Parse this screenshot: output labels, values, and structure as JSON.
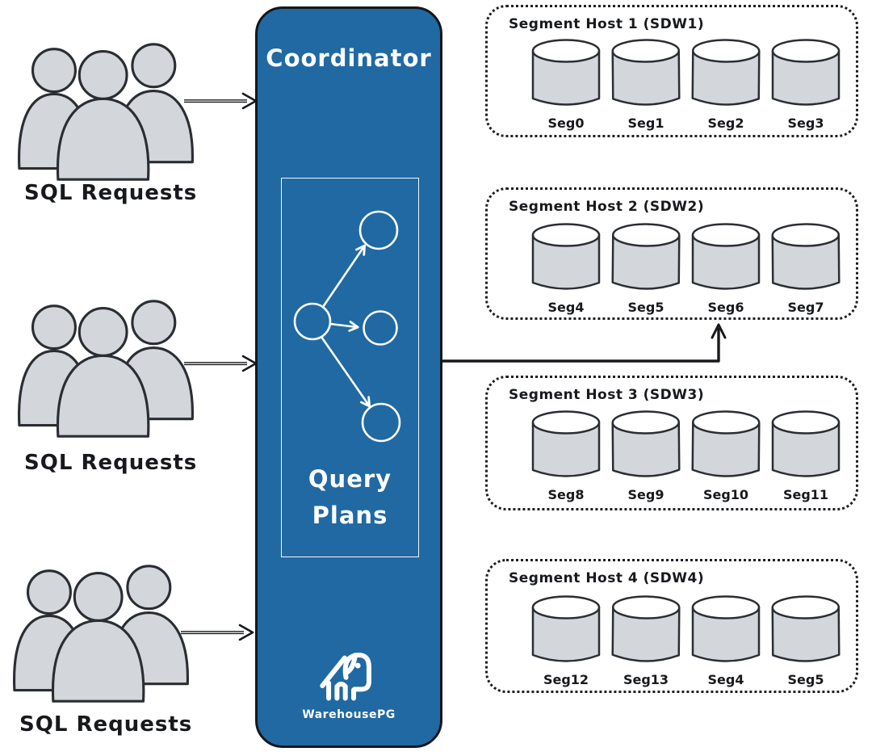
{
  "palette": {
    "coordinator_blue": "#2069a3",
    "outline_dark": "#17191c",
    "shape_gray": "#d3d7db",
    "cylinder_top": "#ffffff",
    "text_white": "#ffffff"
  },
  "clients": {
    "groups": [
      {
        "label": "SQL Requests"
      },
      {
        "label": "SQL Requests"
      },
      {
        "label": "SQL Requests"
      }
    ]
  },
  "coordinator": {
    "title": "Coordinator",
    "query_plans": {
      "line1": "Query",
      "line2": "Plans"
    },
    "logo_text": "WarehousePG"
  },
  "segment_hosts": [
    {
      "title": "Segment Host 1 (SDW1)",
      "segments": [
        "Seg0",
        "Seg1",
        "Seg2",
        "Seg3"
      ]
    },
    {
      "title": "Segment Host 2 (SDW2)",
      "segments": [
        "Seg4",
        "Seg5",
        "Seg6",
        "Seg7"
      ]
    },
    {
      "title": "Segment Host 3 (SDW3)",
      "segments": [
        "Seg8",
        "Seg9",
        "Seg10",
        "Seg11"
      ]
    },
    {
      "title": "Segment Host 4 (SDW4)",
      "segments": [
        "Seg12",
        "Seg13",
        "Seg4",
        "Seg5"
      ]
    }
  ]
}
